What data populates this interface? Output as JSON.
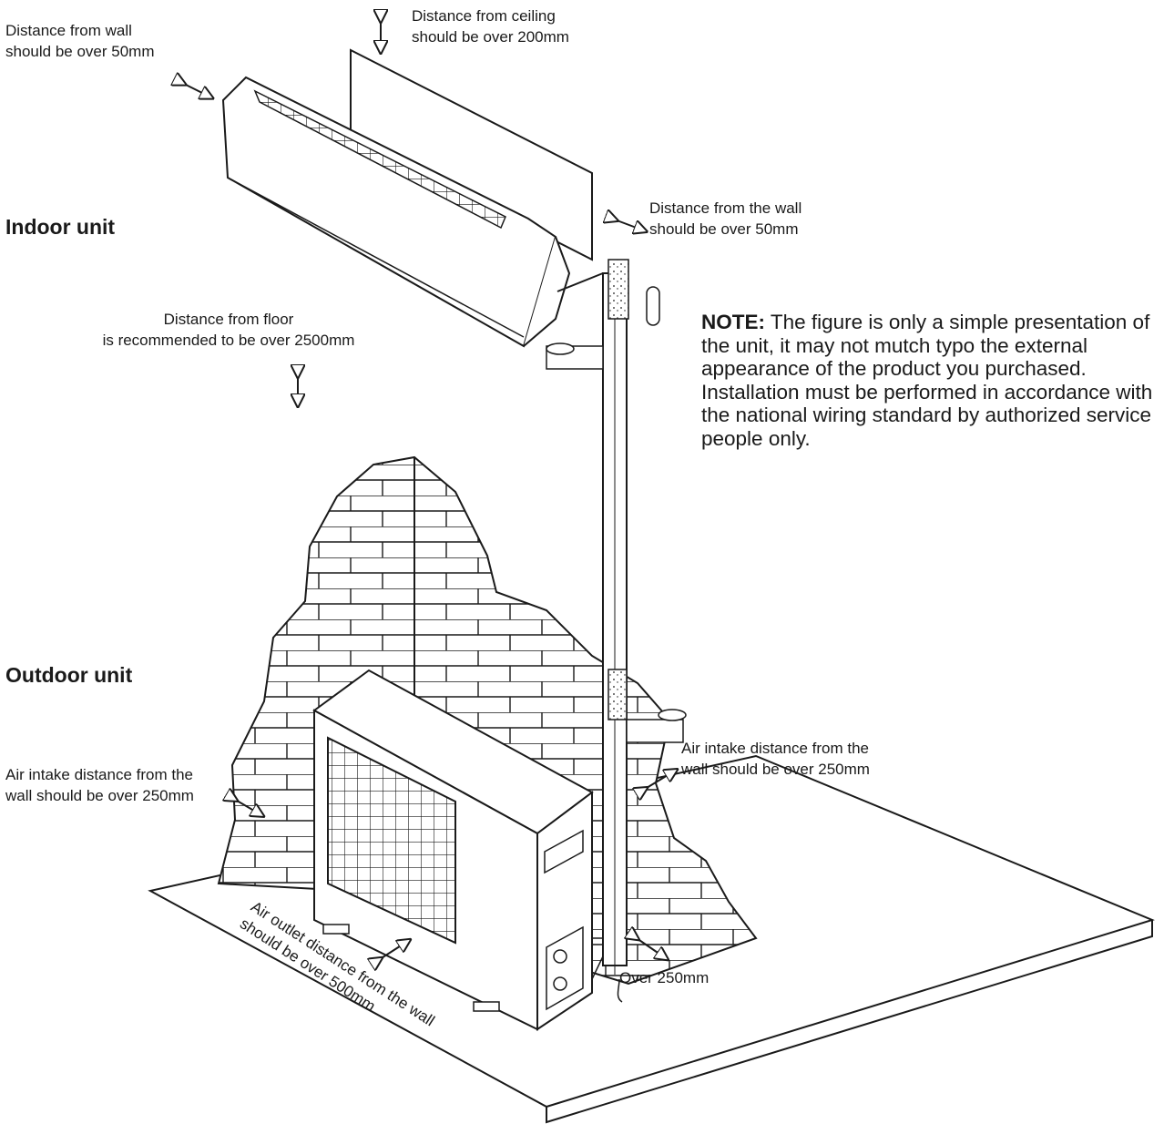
{
  "headings": {
    "indoor": "Indoor unit",
    "outdoor": "Outdoor unit"
  },
  "labels": {
    "wall_left": "Distance from wall\nshould be over 50mm",
    "ceiling": "Distance from ceiling\nshould be over 200mm",
    "wall_right": "Distance from the wall\nshould be over 50mm",
    "floor": "Distance from floor\nis recommended to be over 2500mm",
    "intake_left": "Air intake distance from the\nwall should be over 250mm",
    "intake_right": "Air intake distance from the\nwall should be over 250mm",
    "outlet": "Air outlet distance from the wall\nshould be over 500mm",
    "over250": "Over 250mm"
  },
  "note": {
    "title": "NOTE:",
    "body": " The figure is only a simple presentation of the unit, it may not mutch typo the external appearance of the product you purchased. Installation must be performed in accordance with the national wiring standard by authorized service people only."
  },
  "colors": {
    "line": "#1a1a1a",
    "background": "#ffffff"
  }
}
